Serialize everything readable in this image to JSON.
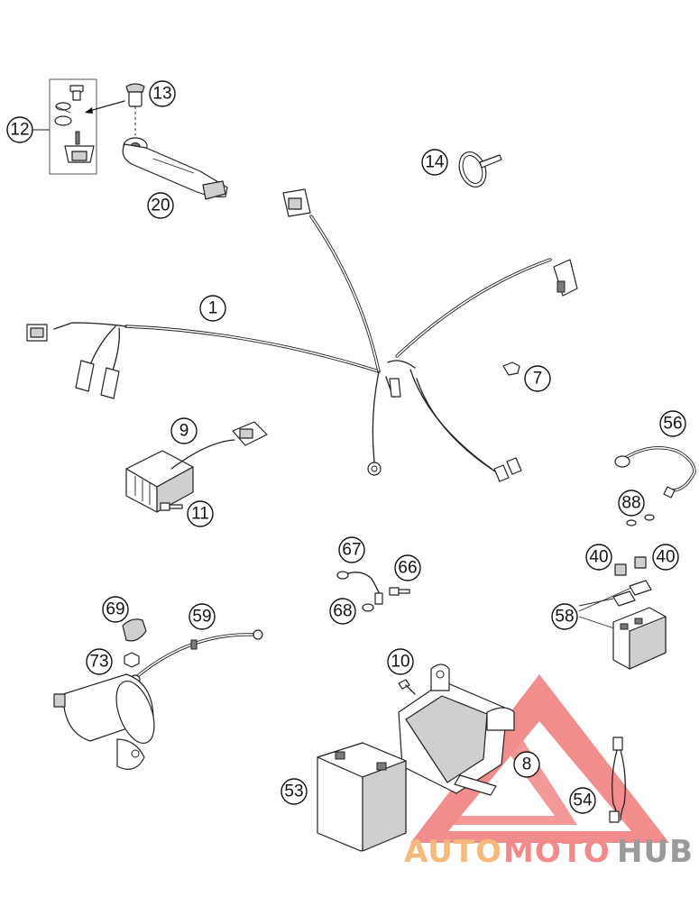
{
  "callouts": [
    {
      "label": "12"
    },
    {
      "label": "13"
    },
    {
      "label": "20"
    },
    {
      "label": "14"
    },
    {
      "label": "1"
    },
    {
      "label": "7"
    },
    {
      "label": "9"
    },
    {
      "label": "11"
    },
    {
      "label": "56"
    },
    {
      "label": "88"
    },
    {
      "label": "40"
    },
    {
      "label": "40"
    },
    {
      "label": "58"
    },
    {
      "label": "67"
    },
    {
      "label": "66"
    },
    {
      "label": "68"
    },
    {
      "label": "69"
    },
    {
      "label": "59"
    },
    {
      "label": "73"
    },
    {
      "label": "10"
    },
    {
      "label": "8"
    },
    {
      "label": "53"
    },
    {
      "label": "54"
    }
  ],
  "watermark": {
    "part1": "AUTO",
    "part2": "MOTO",
    "part3": "HUB",
    "colors": {
      "part1": "#f6b97a",
      "part2": "#f28a8a",
      "part3": "#9a9a9a",
      "triangle": "#f07a7a"
    }
  }
}
